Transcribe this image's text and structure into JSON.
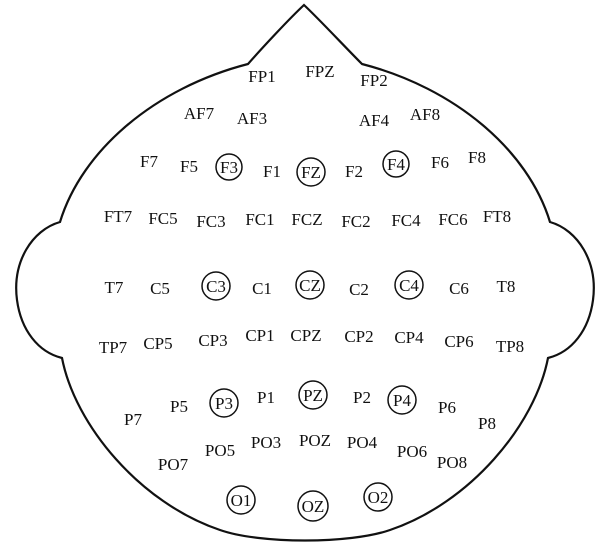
{
  "colors": {
    "line": "#111111",
    "text": "#111111",
    "background": "#ffffff"
  },
  "electrodes": {
    "FP1": "FP1",
    "FPZ": "FPZ",
    "FP2": "FP2",
    "AF7": "AF7",
    "AF3": "AF3",
    "AF4": "AF4",
    "AF8": "AF8",
    "F7": "F7",
    "F5": "F5",
    "F3": "F3",
    "F1": "F1",
    "FZ": "FZ",
    "F2": "F2",
    "F4": "F4",
    "F6": "F6",
    "F8": "F8",
    "FT7": "FT7",
    "FC5": "FC5",
    "FC3": "FC3",
    "FC1": "FC1",
    "FCZ": "FCZ",
    "FC2": "FC2",
    "FC4": "FC4",
    "FC6": "FC6",
    "FT8": "FT8",
    "T7": "T7",
    "C5": "C5",
    "C3": "C3",
    "C1": "C1",
    "CZ": "CZ",
    "C2": "C2",
    "C4": "C4",
    "C6": "C6",
    "T8": "T8",
    "TP7": "TP7",
    "CP5": "CP5",
    "CP3": "CP3",
    "CP1": "CP1",
    "CPZ": "CPZ",
    "CP2": "CP2",
    "CP4": "CP4",
    "CP6": "CP6",
    "TP8": "TP8",
    "P7": "P7",
    "P5": "P5",
    "P3": "P3",
    "P1": "P1",
    "PZ": "PZ",
    "P2": "P2",
    "P4": "P4",
    "P6": "P6",
    "P8": "P8",
    "PO7": "PO7",
    "PO5": "PO5",
    "PO3": "PO3",
    "POZ": "POZ",
    "PO4": "PO4",
    "PO6": "PO6",
    "PO8": "PO8",
    "O1": "O1",
    "OZ": "OZ",
    "O2": "O2"
  }
}
